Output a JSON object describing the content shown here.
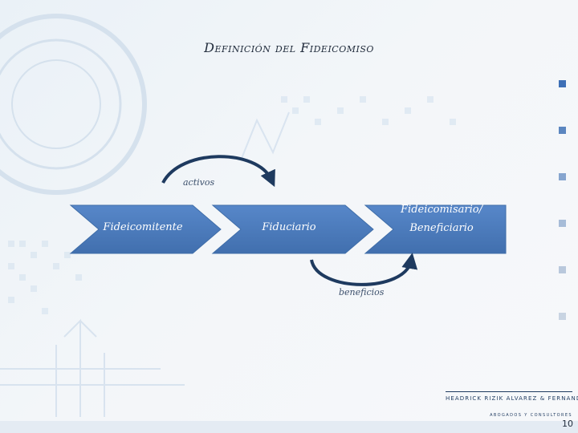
{
  "slide": {
    "title": "Definición del Fideicomiso",
    "page_number": "10"
  },
  "diagram": {
    "nodes": [
      {
        "id": "fideicomitente",
        "label": "Fideicomitente"
      },
      {
        "id": "fiduciario",
        "label": "Fiduciario"
      },
      {
        "id": "fideicomisario",
        "label_line1": "Fideicomisario/",
        "label_line2": "Beneficiario"
      }
    ],
    "flows": [
      {
        "label": "activos",
        "from": "fideicomitente",
        "to": "fiduciario"
      },
      {
        "label": "beneficios",
        "from": "fiduciario",
        "to": "fideicomisario"
      }
    ],
    "colors": {
      "shape_fill": "#4a7bbf",
      "shape_edge": "#3f6da8",
      "curve_arrow": "#1e3a5f"
    }
  },
  "logo": {
    "name": "HEADRICK RIZIK ALVAREZ & FERNANDEZ",
    "tagline": "ABOGADOS Y CONSULTORES"
  },
  "side_markers": {
    "colors": [
      "#3d6fb6",
      "#5b86c0",
      "#86a5cf",
      "#a7bcd8",
      "#b9c8dc",
      "#c8d4e2"
    ]
  }
}
